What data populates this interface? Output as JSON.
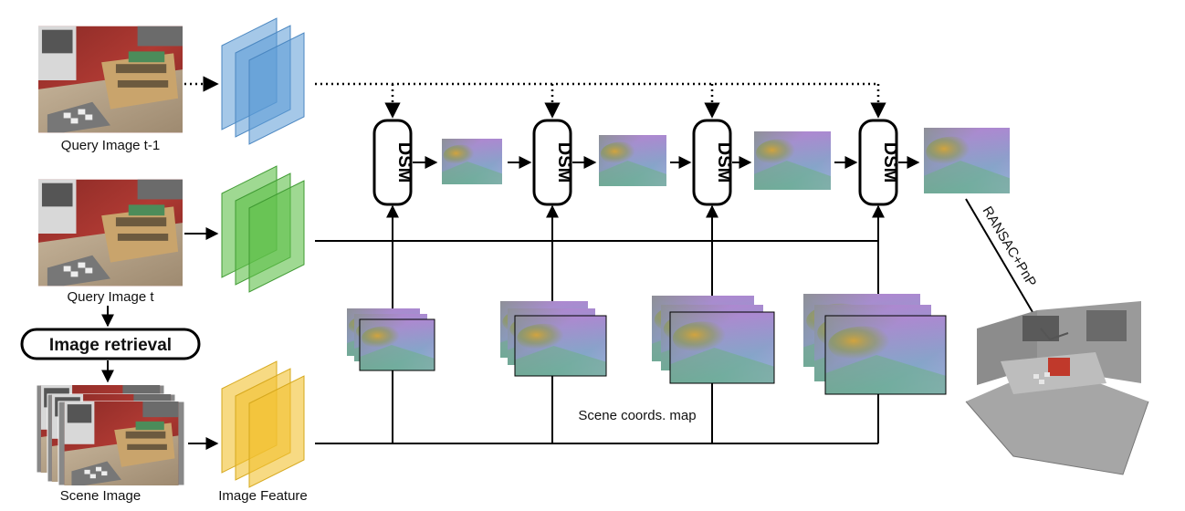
{
  "labels": {
    "query_t1": "Query Image t-1",
    "query_t": "Query Image t",
    "image_retrieval": "Image retrieval",
    "scene_image": "Scene Image",
    "image_feature": "Image Feature",
    "scene_coords": "Scene coords. map",
    "ransac": "RANSAC+PnP"
  },
  "dsm_blocks": [
    {
      "label": "DSM"
    },
    {
      "label": "DSM"
    },
    {
      "label": "DSM"
    },
    {
      "label": "DSM"
    }
  ],
  "colors": {
    "feature_blue": "#5b9bd5",
    "feature_green": "#5fbf4a",
    "feature_yellow": "#f2c230",
    "arrow": "#000000"
  }
}
